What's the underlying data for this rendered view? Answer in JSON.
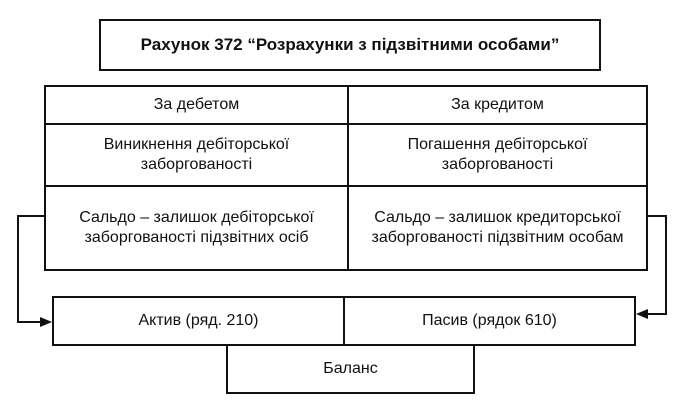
{
  "title": "Рахунок 372 “Розрахунки з підзвітними особами”",
  "table": {
    "debit_header": "За дебетом",
    "credit_header": "За кредитом",
    "debit_row1": "Виникнення дебіторської заборгованості",
    "credit_row1": "Погашення дебіторської заборгованості",
    "debit_balance": "Сальдо – залишок дебіторської заборгованості підзвітних осіб",
    "credit_balance": "Сальдо – залишок кредиторської заборгованості підзвітним особам"
  },
  "balance_sheet": {
    "asset_label": "Актив  (ряд. 210)",
    "liability_label": "Пасив (рядок 610)",
    "balance_label": "Баланс"
  }
}
